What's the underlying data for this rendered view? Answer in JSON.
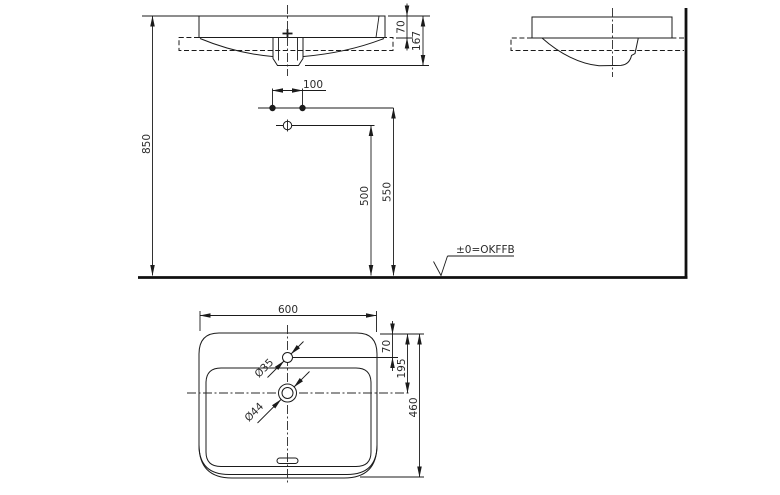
{
  "drawing": {
    "line_color": "#1b1b1b",
    "background": "#ffffff"
  },
  "front_view": {
    "install_height": "850",
    "rim_above_counter": "70",
    "total_depth": "167",
    "fixing_hole_spacing": "100",
    "drain_height": "500",
    "fixing_height": "550",
    "datum_label": "±0=OKFFB"
  },
  "top_view": {
    "width": "600",
    "tap_hole_from_rear": "70",
    "drain_from_rear": "195",
    "depth": "460",
    "tap_hole_diameter": "Ø35",
    "drain_diameter": "Ø44"
  }
}
